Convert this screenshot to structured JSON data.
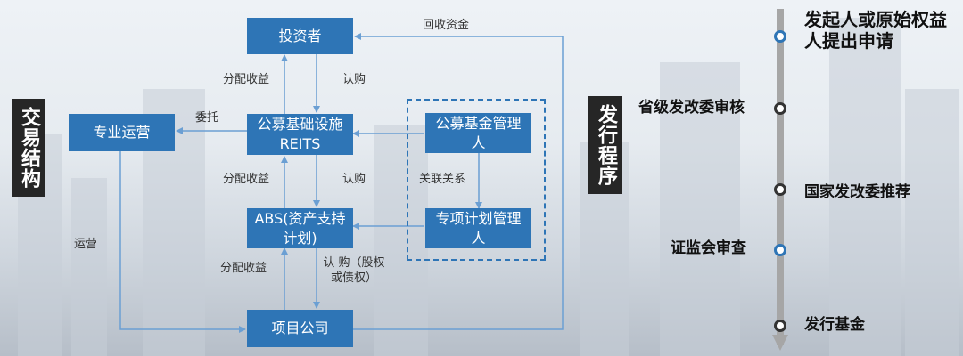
{
  "structure_title": "交易结构",
  "process_title": "发行程序",
  "boxes": {
    "investor": "投资者",
    "reits": "公募基础设施REITS",
    "ops": "专业运营",
    "fund_mgr": "公募基金管理人",
    "abs": "ABS(资产支持计划)",
    "plan_mgr": "专项计划管理人",
    "project": "项目公司"
  },
  "labels": {
    "recover": "回收资金",
    "dist1": "分配收益",
    "sub1": "认购",
    "entrust": "委托",
    "dist2": "分配收益",
    "sub2": "认购",
    "related": "关联关系",
    "operate": "运营",
    "dist3": "分配收益",
    "sub3": "认 购（股权或债权）"
  },
  "steps": [
    {
      "text": "发起人或原始权益人提出申请",
      "dot": "blue"
    },
    {
      "text": "省级发改委审核",
      "dot": "dark"
    },
    {
      "text": "国家发改委推荐",
      "dot": "dark"
    },
    {
      "text": "证监会审查",
      "dot": "blue"
    },
    {
      "text": "发行基金",
      "dot": "dark"
    }
  ],
  "colors": {
    "box": "#2e75b6",
    "line": "#6b9fd3",
    "timeline": "#a6a6a6",
    "dot_blue": "#2e75b6",
    "dot_dark": "#333333"
  }
}
